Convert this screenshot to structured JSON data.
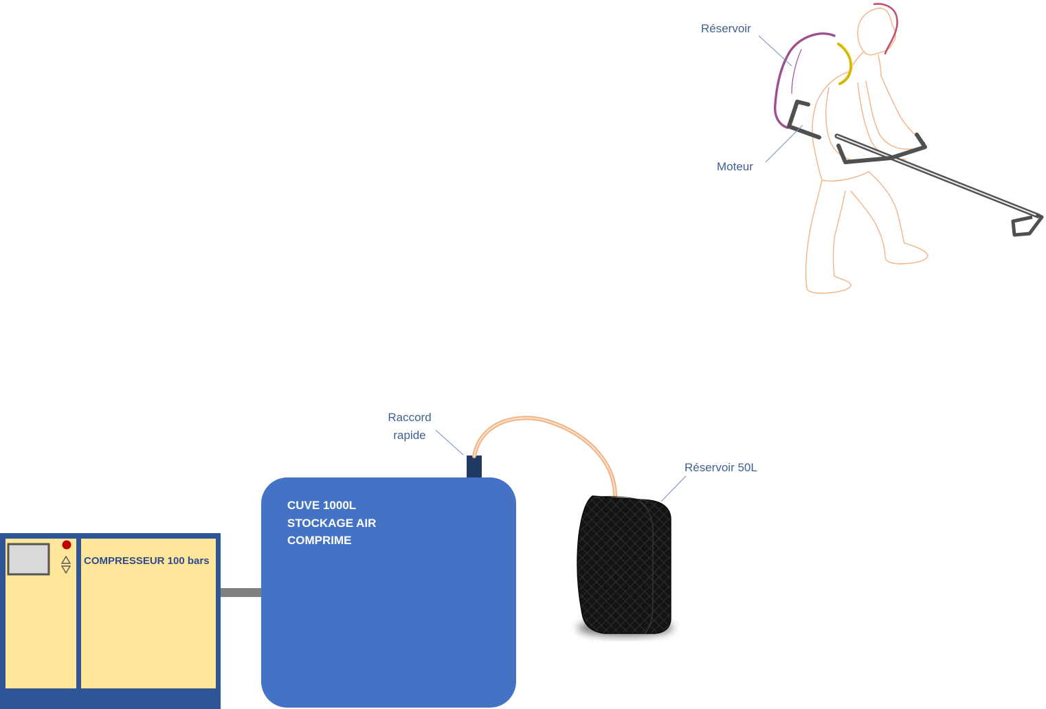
{
  "operator": {
    "reservoir_label": "Réservoir",
    "motor_label": "Moteur"
  },
  "compressor": {
    "label": "COMPRESSEUR 100 bars"
  },
  "tank": {
    "lines": [
      "CUVE 1000L",
      "STOCKAGE AIR",
      "COMPRIME"
    ]
  },
  "coupling": {
    "lines": [
      "Raccord",
      "rapide"
    ]
  },
  "portable_tank": {
    "label": "Réservoir 50L"
  },
  "colors": {
    "compressor_frame": "#2f5597",
    "compressor_panel": "#ffe699",
    "tank_fill": "#4472c4",
    "coupling_fill": "#1f3864",
    "hose": "#f4b183",
    "body_outline": "#f4b183",
    "backpack": "#9e4f8e",
    "strap": "#d4b800",
    "tool": "#505050",
    "callout_text": "#3f5f8f"
  }
}
